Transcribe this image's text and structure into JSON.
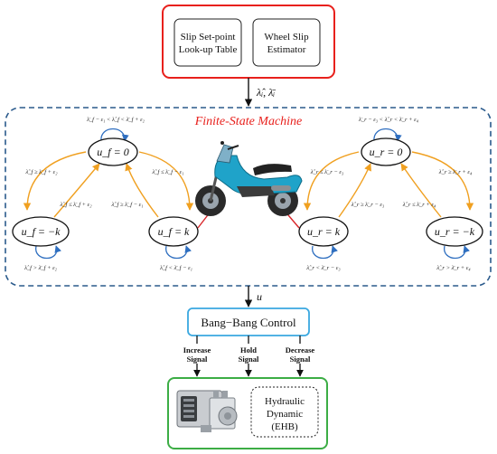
{
  "top_box": {
    "left_text": [
      "Slip Set-point",
      "Look-up Table"
    ],
    "right_text": [
      "Wheel Slip",
      "Estimator"
    ]
  },
  "signals": {
    "estimated": "λ̂ᵢ, λ̄ᵢ",
    "control": "u"
  },
  "fsm": {
    "title": "Finite-State Machine",
    "front": {
      "states": {
        "zero": "u_f = 0",
        "minus_k": "u_f = −k",
        "plus_k": "u_f = k"
      },
      "conditions": {
        "self_zero": "λ̄_f − ε₁ < λ̂_f < λ̄_f + ε₂",
        "zero_to_minus": "λ̂_f ≥ λ̄_f + ε₂",
        "minus_to_zero": "λ̂_f ≤ λ̄_f + ε₂",
        "plus_to_zero": "λ̂_f ≥ λ̄_f − ε₁",
        "zero_to_plus": "λ̂_f ≤ λ̄_f − ε₁",
        "self_minus": "λ̂_f > λ̄_f + ε₂",
        "self_plus": "λ̂_f < λ̄_f − ε₁"
      }
    },
    "rear": {
      "states": {
        "zero": "u_r = 0",
        "minus_k": "u_r = −k",
        "plus_k": "u_r = k"
      },
      "conditions": {
        "self_zero": "λ̄_r − ε₃ < λ̂_r < λ̄_r + ε₄",
        "zero_to_plus": "λ̂_r ≤ λ̄_r − ε₃",
        "plus_to_zero": "λ̂_r ≥ λ̄_r − ε₃",
        "minus_to_zero": "λ̂_r ≤ λ̄_r + ε₄",
        "zero_to_minus": "λ̂_r ≥ λ̄_r + ε₄",
        "self_plus": "λ̂_r < λ̄_r − ε₃",
        "self_minus": "λ̂_r > λ̄_r + ε₄"
      }
    }
  },
  "bang_bang": {
    "label": "Bang−Bang Control"
  },
  "outputs": [
    {
      "line1": "Increase",
      "line2": "Signal"
    },
    {
      "line1": "Hold",
      "line2": "Signal"
    },
    {
      "line1": "Decrease",
      "line2": "Signal"
    }
  ],
  "hydraulic": {
    "text": [
      "Hydraulic",
      "Dynamic",
      "(EHB)"
    ]
  },
  "colors": {
    "top_border": "#e8201c",
    "fsm_border": "#2a5a8c",
    "fsm_title": "#e8201c",
    "bang_border": "#3aa8e0",
    "bottom_border": "#3cad45",
    "arrow_orange": "#f0a020",
    "arrow_blue": "#2f6fc0",
    "link_red": "#d9262a",
    "moto_body": "#1fa3c9"
  }
}
